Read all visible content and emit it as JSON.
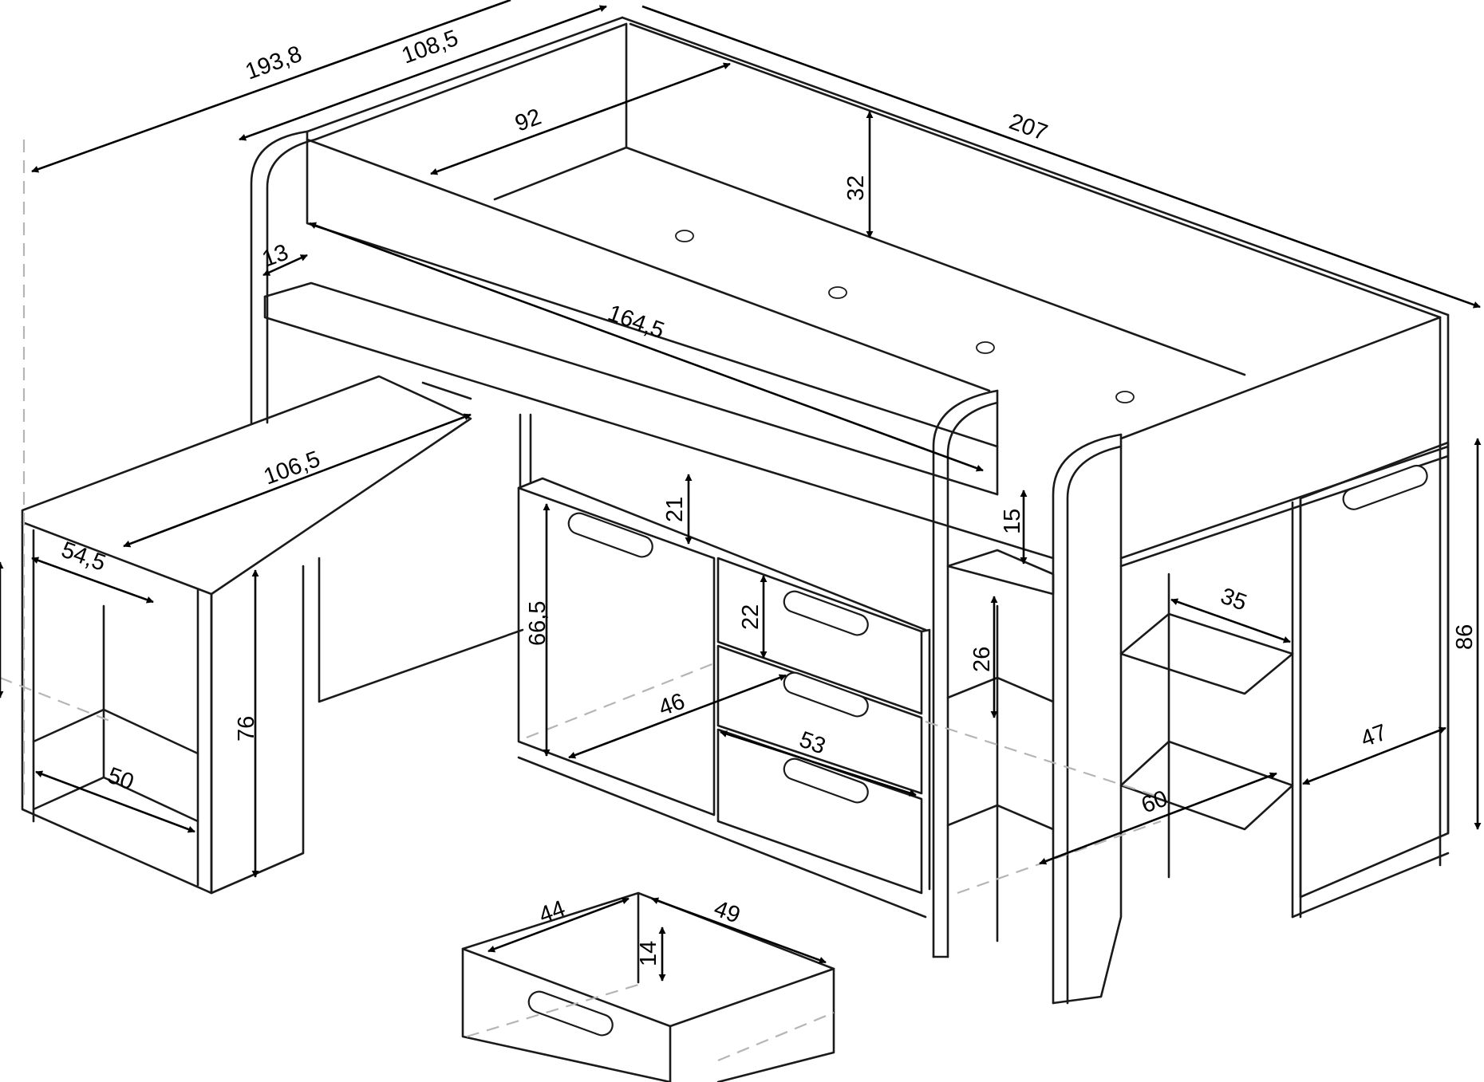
{
  "diagram": {
    "dimensions": [
      {
        "id": "total-height-left",
        "value": "193,8"
      },
      {
        "id": "bed-width-outer",
        "value": "108,5"
      },
      {
        "id": "mattress-width",
        "value": "92"
      },
      {
        "id": "bed-length",
        "value": "207"
      },
      {
        "id": "guard-rail-height",
        "value": "32"
      },
      {
        "id": "headboard-thickness",
        "value": "13"
      },
      {
        "id": "shelf-length",
        "value": "164,5"
      },
      {
        "id": "desk-length",
        "value": "106,5"
      },
      {
        "id": "desk-depth",
        "value": "54,5"
      },
      {
        "id": "desk-height",
        "value": "76"
      },
      {
        "id": "desk-shelf-width",
        "value": "50"
      },
      {
        "id": "cabinet-top-gap",
        "value": "21"
      },
      {
        "id": "cabinet-door-height",
        "value": "66,5"
      },
      {
        "id": "drawer-front-height",
        "value": "22"
      },
      {
        "id": "cabinet-depth",
        "value": "46"
      },
      {
        "id": "drawer-unit-width",
        "value": "53"
      },
      {
        "id": "open-shelf-top-gap",
        "value": "15"
      },
      {
        "id": "open-shelf-spacing",
        "value": "26"
      },
      {
        "id": "side-shelf-depth",
        "value": "35"
      },
      {
        "id": "open-shelf-length",
        "value": "60"
      },
      {
        "id": "wardrobe-width",
        "value": "47"
      },
      {
        "id": "wardrobe-height",
        "value": "86"
      },
      {
        "id": "drawer-width",
        "value": "44"
      },
      {
        "id": "drawer-depth",
        "value": "49"
      },
      {
        "id": "drawer-height",
        "value": "14"
      }
    ]
  }
}
